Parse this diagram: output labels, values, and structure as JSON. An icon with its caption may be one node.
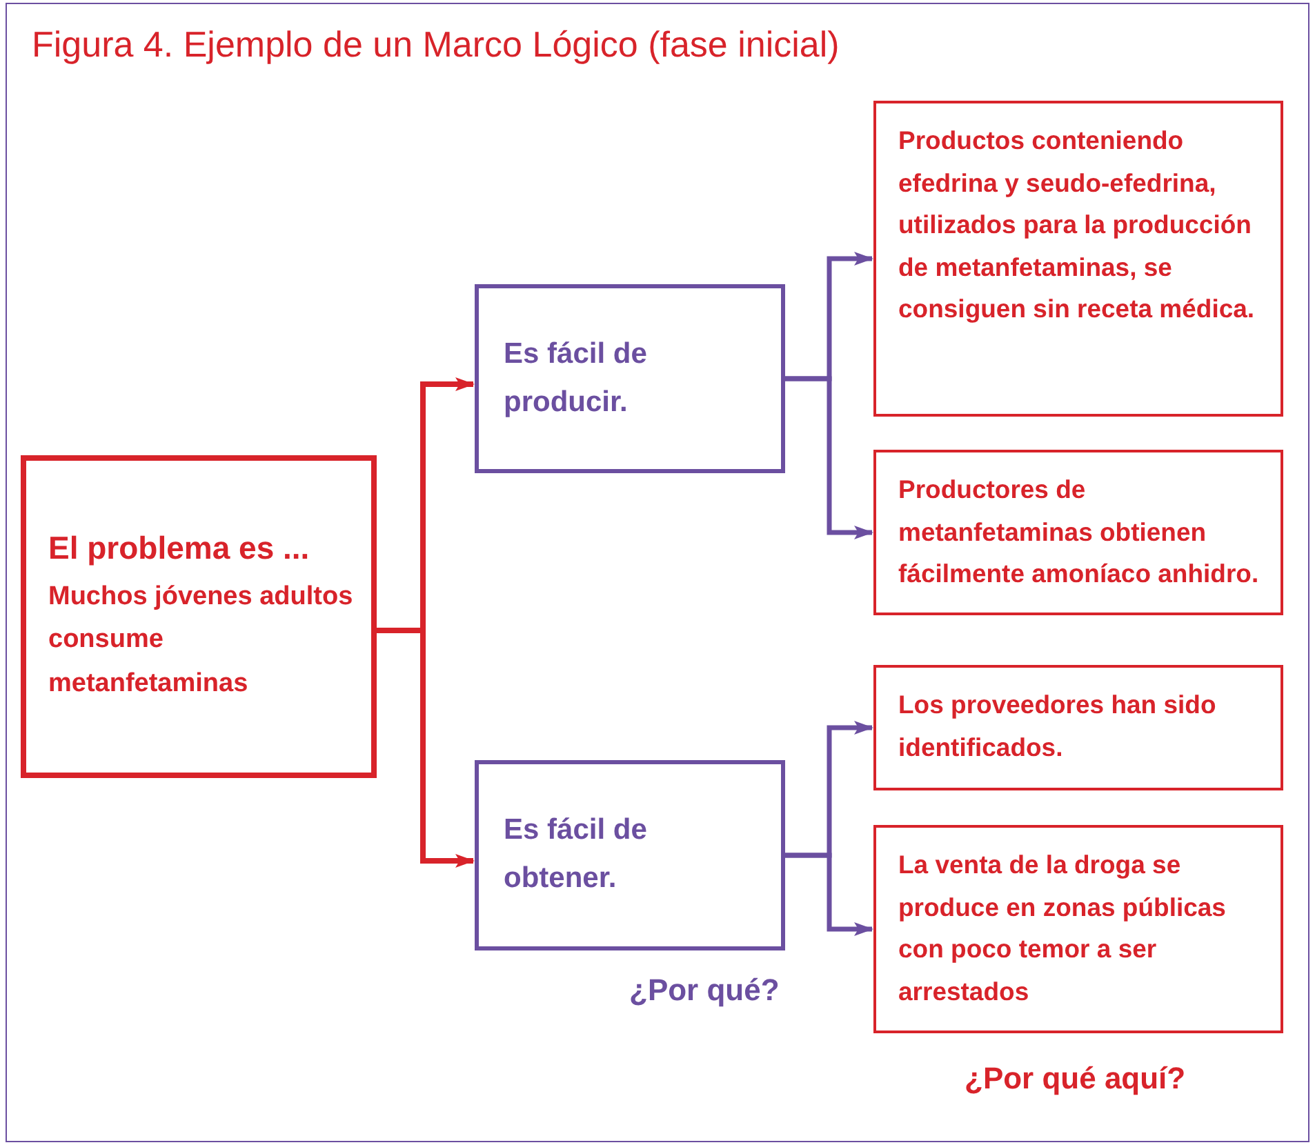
{
  "diagram": {
    "title": "Figura 4. Ejemplo de un Marco Lógico (fase inicial)",
    "nodes": [
      {
        "text": [
          "El problema es ...",
          "Muchos jóvenes adultos consume metanfetaminas"
        ]
      },
      {
        "text": [
          "Es fácil de producir."
        ]
      },
      {
        "text": [
          "Es fácil de obtener."
        ]
      },
      {
        "text": [
          "Productos conteniendo efedrina y seudo-efedrina, utilizados para la producción de metanfetaminas, se consiguen sin receta médica."
        ]
      },
      {
        "text": [
          "Productores de metanfetaminas obtienen fácilmente amoníaco anhidro."
        ]
      },
      {
        "text": [
          "Los proveedores han sido identificados."
        ]
      },
      {
        "text": [
          "La venta de la droga se produce en zonas públicas con poco temor a ser arrestados"
        ]
      }
    ],
    "edges": [
      {
        "from": 0,
        "to": 1,
        "arrow": "to",
        "color": "#d8232a"
      },
      {
        "from": 0,
        "to": 2,
        "arrow": "to",
        "color": "#d8232a"
      },
      {
        "from": 1,
        "to": 3,
        "arrow": "to"
      },
      {
        "from": 1,
        "to": 4,
        "arrow": "to"
      },
      {
        "from": 2,
        "to": 5,
        "arrow": "to"
      },
      {
        "from": 2,
        "to": 6,
        "arrow": "to"
      }
    ],
    "labels": [
      "¿Por qué?",
      "¿Por qué aquí?"
    ]
  }
}
